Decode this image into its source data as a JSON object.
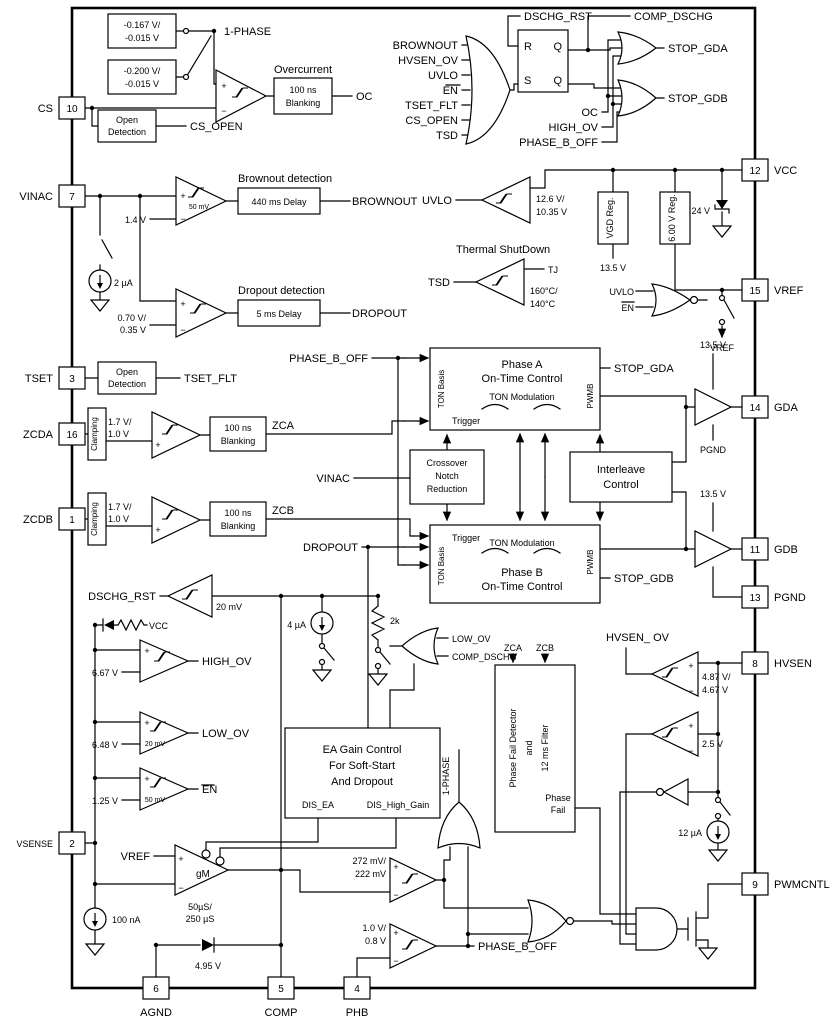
{
  "sym": {
    "plus": "+",
    "minus": "−",
    "r": "R",
    "s": "S",
    "q": "Q",
    "qb": "Q"
  },
  "pins": {
    "cs": {
      "num": "10",
      "label": "CS"
    },
    "vinac": {
      "num": "7",
      "label": "VINAC"
    },
    "tset": {
      "num": "3",
      "label": "TSET"
    },
    "zcda": {
      "num": "16",
      "label": "ZCDA"
    },
    "zcdb": {
      "num": "1",
      "label": "ZCDB"
    },
    "vsense": {
      "num": "2",
      "label": "VSENSE"
    },
    "vcc": {
      "num": "12",
      "label": "VCC"
    },
    "vref": {
      "num": "15",
      "label": "VREF"
    },
    "gda": {
      "num": "14",
      "label": "GDA"
    },
    "gdb": {
      "num": "11",
      "label": "GDB"
    },
    "pgnd": {
      "num": "13",
      "label": "PGND"
    },
    "hvsen": {
      "num": "8",
      "label": "HVSEN"
    },
    "pwmcntl": {
      "num": "9",
      "label": "PWMCNTL"
    },
    "agnd": {
      "num": "6",
      "label": "AGND"
    },
    "comp": {
      "num": "5",
      "label": "COMP"
    },
    "phb": {
      "num": "4",
      "label": "PHB"
    }
  },
  "oc": {
    "t1a": "-0.167 V/",
    "t1b": "-0.015 V",
    "t2a": "-0.200 V/",
    "t2b": "-0.015 V",
    "one_phase": "1-PHASE",
    "title": "Overcurrent",
    "blank1": "100 ns",
    "blank2": "Blanking",
    "out": "OC",
    "open1": "Open",
    "open2": "Detection",
    "cs_open": "CS_OPEN"
  },
  "fault": {
    "dschg": "DSCHG_RST",
    "i1": "BROWNOUT",
    "i2": "HVSEN_OV",
    "i3": "UVLO",
    "i4": "EN",
    "i5": "TSET_FLT",
    "i6": "CS_OPEN",
    "i7": "TSD",
    "comp_dschg": "COMP_DSCHG",
    "stop_gda": "STOP_GDA",
    "stop_gdb": "STOP_GDB",
    "oc": "OC",
    "high_ov": "HIGH_OV",
    "pboff": "PHASE_B_OFF"
  },
  "brn": {
    "title": "Brownout detection",
    "hys": "50 mV",
    "ref": "1.4 V",
    "delay": "440 ms Delay",
    "out": "BROWNOUT",
    "cur": "2 µA"
  },
  "drp": {
    "title": "Dropout detection",
    "ref1": "0.70 V/",
    "ref2": "0.35 V",
    "delay": "5 ms Delay",
    "out": "DROPOUT"
  },
  "sup": {
    "uvlo": "UVLO",
    "th1": "12.6 V/",
    "th2": "10.35 V",
    "vgd": "VGD Reg.",
    "v135": "13.5 V",
    "v6": "6.00 V Reg.",
    "zen": "24 V",
    "nuvlo": "UVLO",
    "nen": "EN",
    "vrefdn": "VREF"
  },
  "tsd": {
    "title": "Thermal ShutDown",
    "out": "TSD",
    "tj": "TJ",
    "th1": "160°C/",
    "th2": "140°C"
  },
  "tset": {
    "open1": "Open",
    "open2": "Detection",
    "flt": "TSET_FLT"
  },
  "pha": {
    "pboff": "PHASE_B_OFF",
    "basis": "TON Basis",
    "n1": "Phase A",
    "n2": "On-Time Control",
    "mod": "TON Modulation",
    "trig": "Trigger",
    "pwmb": "PWMB",
    "stop": "STOP_GDA",
    "v135": "13.5 V",
    "pgnd": "PGND"
  },
  "phb": {
    "drop": "DROPOUT",
    "trig": "Trigger",
    "mod": "TON Modulation",
    "basis": "TON Basis",
    "n1": "Phase B",
    "n2": "On-Time Control",
    "pwmb": "PWMB",
    "stop": "STOP_GDB",
    "v135": "13.5 V"
  },
  "zca": {
    "clamp": "Clamping",
    "t1": "1.7 V/",
    "t2": "1.0 V",
    "b1": "100 ns",
    "b2": "Blanking",
    "out": "ZCA"
  },
  "zcb": {
    "clamp": "Clamping",
    "t1": "1.7 V/",
    "t2": "1.0 V",
    "b1": "100 ns",
    "b2": "Blanking",
    "out": "ZCB"
  },
  "xo": {
    "vinac": "VINAC",
    "l1": "Crossover",
    "l2": "Notch",
    "l3": "Reduction"
  },
  "il": {
    "l1": "Interleave",
    "l2": "Control"
  },
  "dsc": {
    "out": "DSCHG_RST",
    "th": "20 mV",
    "vcc": "VCC",
    "cur": "4 µA",
    "res": "2k",
    "low": "LOW_OV",
    "cd": "COMP_DSCHG"
  },
  "ovp": {
    "hth": "6.67 V",
    "hout": "HIGH_OV",
    "lth": "6.48 V",
    "lhys": "20 mV",
    "lout": "LOW_OV",
    "eth": "1.25 V",
    "ehys": "50 mV",
    "eout": "EN"
  },
  "ea": {
    "l1": "EA Gain Control",
    "l2": "For Soft-Start",
    "l3": "And Dropout",
    "d1": "DIS_EA",
    "d2": "DIS_High_Gain"
  },
  "gm": {
    "vref": "VREF",
    "gm": "gM",
    "g1": "50µS/",
    "g2": "250 µS",
    "t1": "272 mV/",
    "t2": "222 mV",
    "cur": "100 nA",
    "zen": "4.95 V",
    "oneph": "1-PHASE",
    "p1": "1.0 V/",
    "p2": "0.8 V",
    "pboff": "PHASE_B_OFF"
  },
  "pf": {
    "zca": "ZCA",
    "zcb": "ZCB",
    "l1": "Phase Fail Detector",
    "l2": "and",
    "l3": "12 ms Filter",
    "o1": "Phase",
    "o2": "Fail"
  },
  "hv": {
    "ov": "HVSEN_ OV",
    "t1": "4.87 V/",
    "t2": "4.67 V",
    "t3": "2.5 V",
    "cur": "12 µA"
  }
}
